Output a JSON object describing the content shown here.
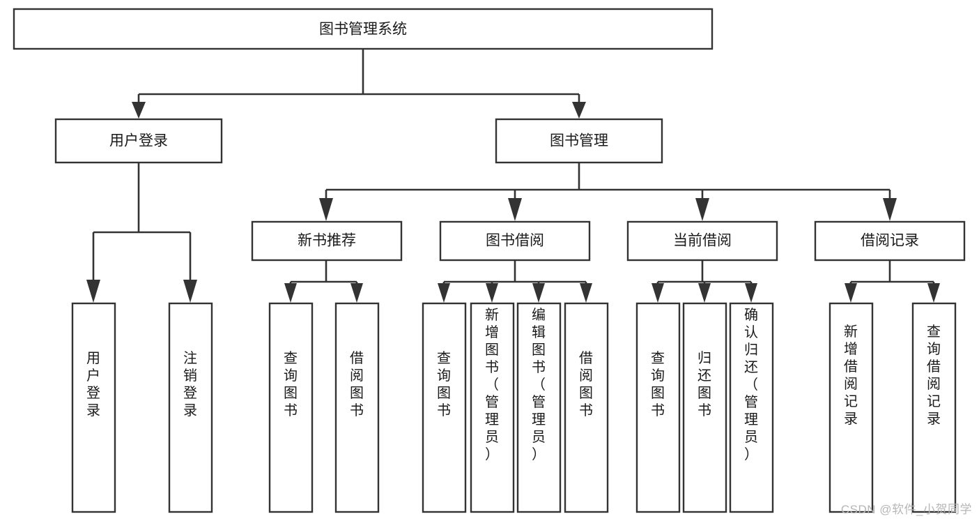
{
  "diagram": {
    "type": "tree-hierarchy-chart",
    "title": "图书管理系统",
    "watermark": "CSDN @软件_小贺同学",
    "colors": {
      "stroke": "#333333",
      "fill": "#ffffff",
      "text": "#1a1a1a",
      "watermark": "#b6b6b6",
      "background": "#ffffff"
    },
    "levels": {
      "root": {
        "label": "图书管理系统",
        "orientation": "horizontal"
      },
      "level2": [
        {
          "label": "用户登录",
          "orientation": "horizontal"
        },
        {
          "label": "图书管理",
          "orientation": "horizontal"
        }
      ],
      "level3": [
        {
          "label": "新书推荐",
          "orientation": "horizontal",
          "parent": "图书管理"
        },
        {
          "label": "图书借阅",
          "orientation": "horizontal",
          "parent": "图书管理"
        },
        {
          "label": "当前借阅",
          "orientation": "horizontal",
          "parent": "图书管理"
        },
        {
          "label": "借阅记录",
          "orientation": "horizontal",
          "parent": "图书管理"
        }
      ],
      "leaves": [
        {
          "label": "用户登录",
          "orientation": "vertical",
          "parent": "用户登录"
        },
        {
          "label": "注销登录",
          "orientation": "vertical",
          "parent": "用户登录"
        },
        {
          "label": "查询图书",
          "orientation": "vertical",
          "parent": "新书推荐"
        },
        {
          "label": "借阅图书",
          "orientation": "vertical",
          "parent": "新书推荐"
        },
        {
          "label": "查询图书",
          "orientation": "vertical",
          "parent": "图书借阅"
        },
        {
          "label": "新增图书（管理员）",
          "orientation": "vertical",
          "parent": "图书借阅"
        },
        {
          "label": "编辑图书（管理员）",
          "orientation": "vertical",
          "parent": "图书借阅"
        },
        {
          "label": "借阅图书",
          "orientation": "vertical",
          "parent": "图书借阅"
        },
        {
          "label": "查询图书",
          "orientation": "vertical",
          "parent": "当前借阅"
        },
        {
          "label": "归还图书",
          "orientation": "vertical",
          "parent": "当前借阅"
        },
        {
          "label": "确认归还（管理员）",
          "orientation": "vertical",
          "parent": "当前借阅"
        },
        {
          "label": "新增借阅记录",
          "orientation": "vertical",
          "parent": "借阅记录"
        },
        {
          "label": "查询借阅记录",
          "orientation": "vertical",
          "parent": "借阅记录"
        }
      ]
    }
  }
}
